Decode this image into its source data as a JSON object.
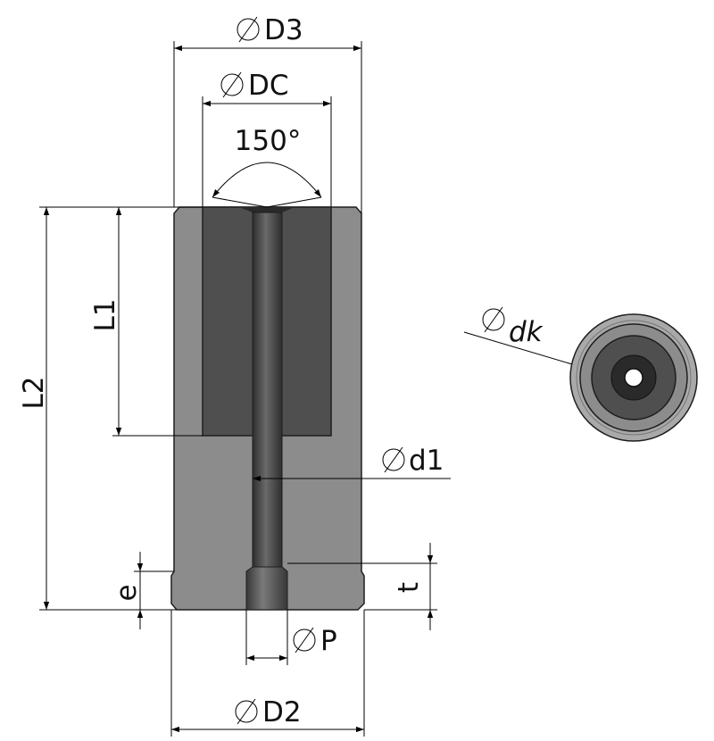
{
  "labels": {
    "D3": "D3",
    "DC": "DC",
    "angle": "150°",
    "L1": "L1",
    "L2": "L2",
    "d1": "d1",
    "dk": "dk",
    "e": "e",
    "t": "t",
    "P": "P",
    "D2": "D2"
  },
  "colors": {
    "body": "#8c8c8c",
    "insert": "#4f4f4f",
    "bore": "#3a3a3a",
    "outline": "#1e1e1e",
    "dimension": "#000000"
  }
}
